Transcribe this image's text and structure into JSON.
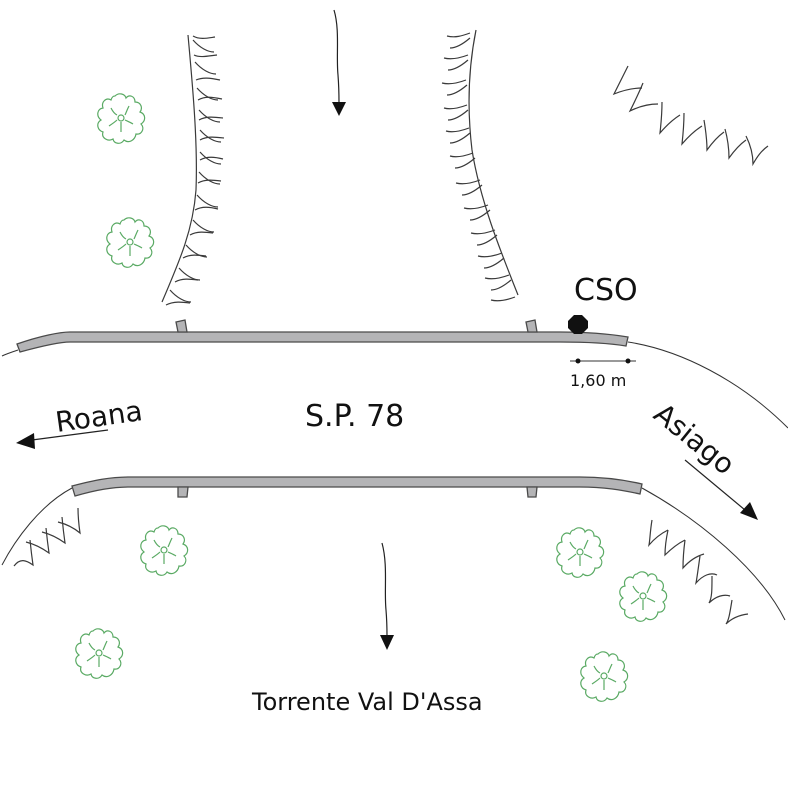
{
  "labels": {
    "road": "S.P. 78",
    "left_direction": "Roana",
    "right_direction": "Asiago",
    "cso": "CSO",
    "distance": "1,60 m",
    "river": "Torrente Val D'Assa"
  },
  "colors": {
    "barrier_fill": "#b4b4b6",
    "barrier_stroke": "#4a4a4a",
    "line": "#333333",
    "vegetation": "#5aaa64",
    "text": "#111111"
  },
  "icons": {
    "cso_marker": "octagon-marker-icon",
    "flow_arrow": "arrow-down-icon",
    "tree": "tree-symbol-icon",
    "embankment": "embankment-hatch-icon"
  }
}
